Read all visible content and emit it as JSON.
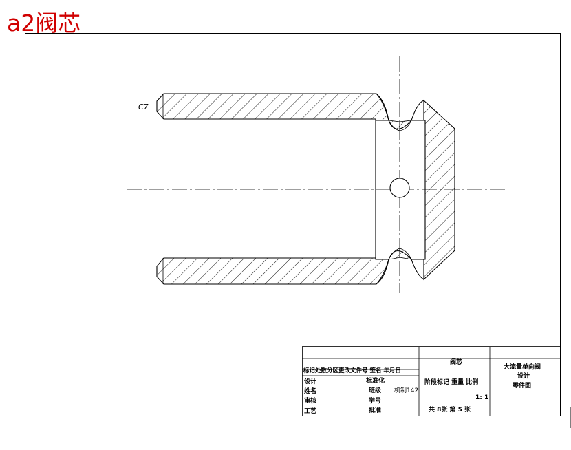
{
  "title": "a2阀芯",
  "title_color": "#d00000",
  "annotation": "C7",
  "title_block": {
    "part_name": "阀芯",
    "project_title_line1": "大流量单向阀",
    "project_title_line2": "设计",
    "drawing_type": "零件图",
    "revision_header": "标记处数分区更改文件号 签名 年月日",
    "design_label": "设计",
    "standardization_label": "标准化",
    "stage_mark_header": "阶段标记 重量 比例",
    "name_label": "姓名",
    "class_label": "班级",
    "class_value": "机制142",
    "scale_value": "1: 1",
    "review_label": "审核",
    "student_id_label": "学号",
    "process_label": "工艺",
    "approval_label": "批准",
    "sheet_info": "共 8张 第 5 张"
  }
}
